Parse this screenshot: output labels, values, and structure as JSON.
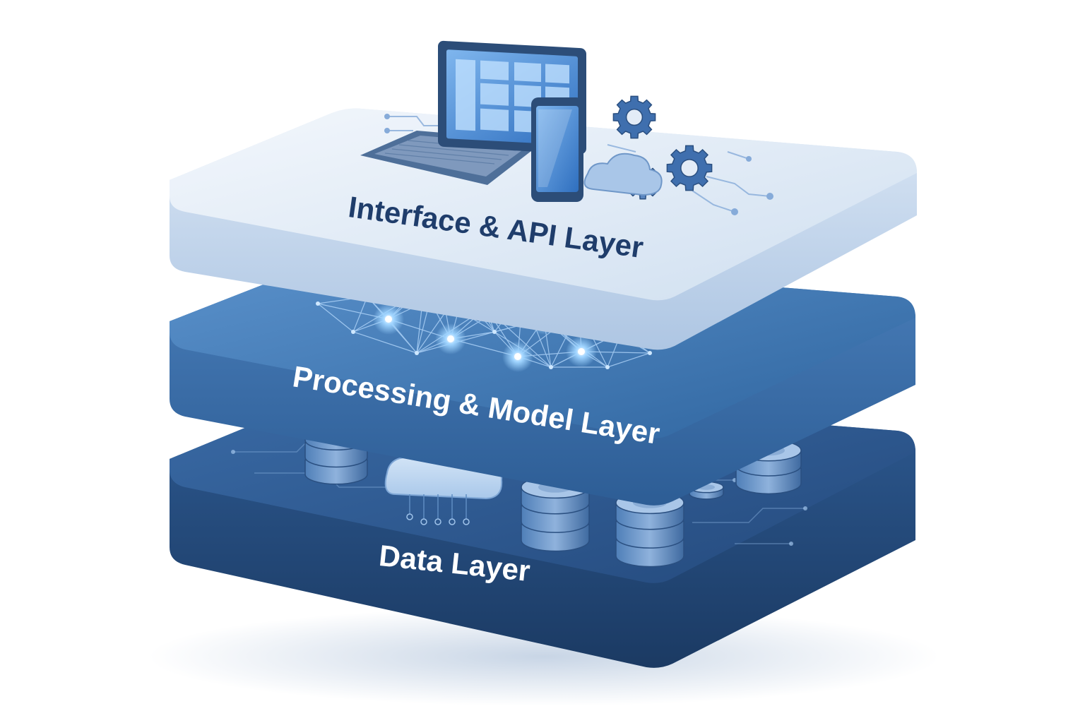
{
  "diagram": {
    "layers": [
      {
        "id": "interface",
        "label": "Interface & API Layer",
        "color": "#1f3d6b"
      },
      {
        "id": "processing",
        "label": "Processing & Model Layer",
        "color": "#ffffff"
      },
      {
        "id": "data",
        "label": "Data Layer",
        "color": "#ffffff"
      }
    ],
    "palette": {
      "top_surface": "#e3ecf7",
      "top_edge": "#b9cde6",
      "middle_surface": "#3e78b5",
      "middle_edge": "#2e5f97",
      "bottom_surface": "#2d5a93",
      "bottom_edge": "#1e416f",
      "accent_glow": "#9fd4ff"
    },
    "icons": [
      "laptop-icon",
      "smartphone-icon",
      "gear-icon",
      "cloud-icon",
      "neural-network-icon",
      "database-icon"
    ]
  }
}
